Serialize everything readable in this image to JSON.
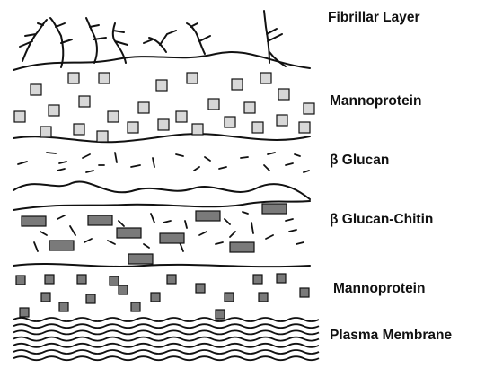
{
  "labels": {
    "fibrillar": "Fibrillar Layer",
    "mannoprotein_outer": "Mannoprotein",
    "glucan": "β Glucan",
    "glucan_chitin": "β Glucan-Chitin",
    "mannoprotein_inner": "Mannoprotein",
    "plasma_membrane": "Plasma Membrane"
  },
  "colors": {
    "stroke": "#111111",
    "outer_mannoprotein_fill": "#d8d8d8",
    "chitin_fill": "#7a7a7a",
    "inner_mannoprotein_fill": "#7a7a7a",
    "background": "#ffffff"
  }
}
